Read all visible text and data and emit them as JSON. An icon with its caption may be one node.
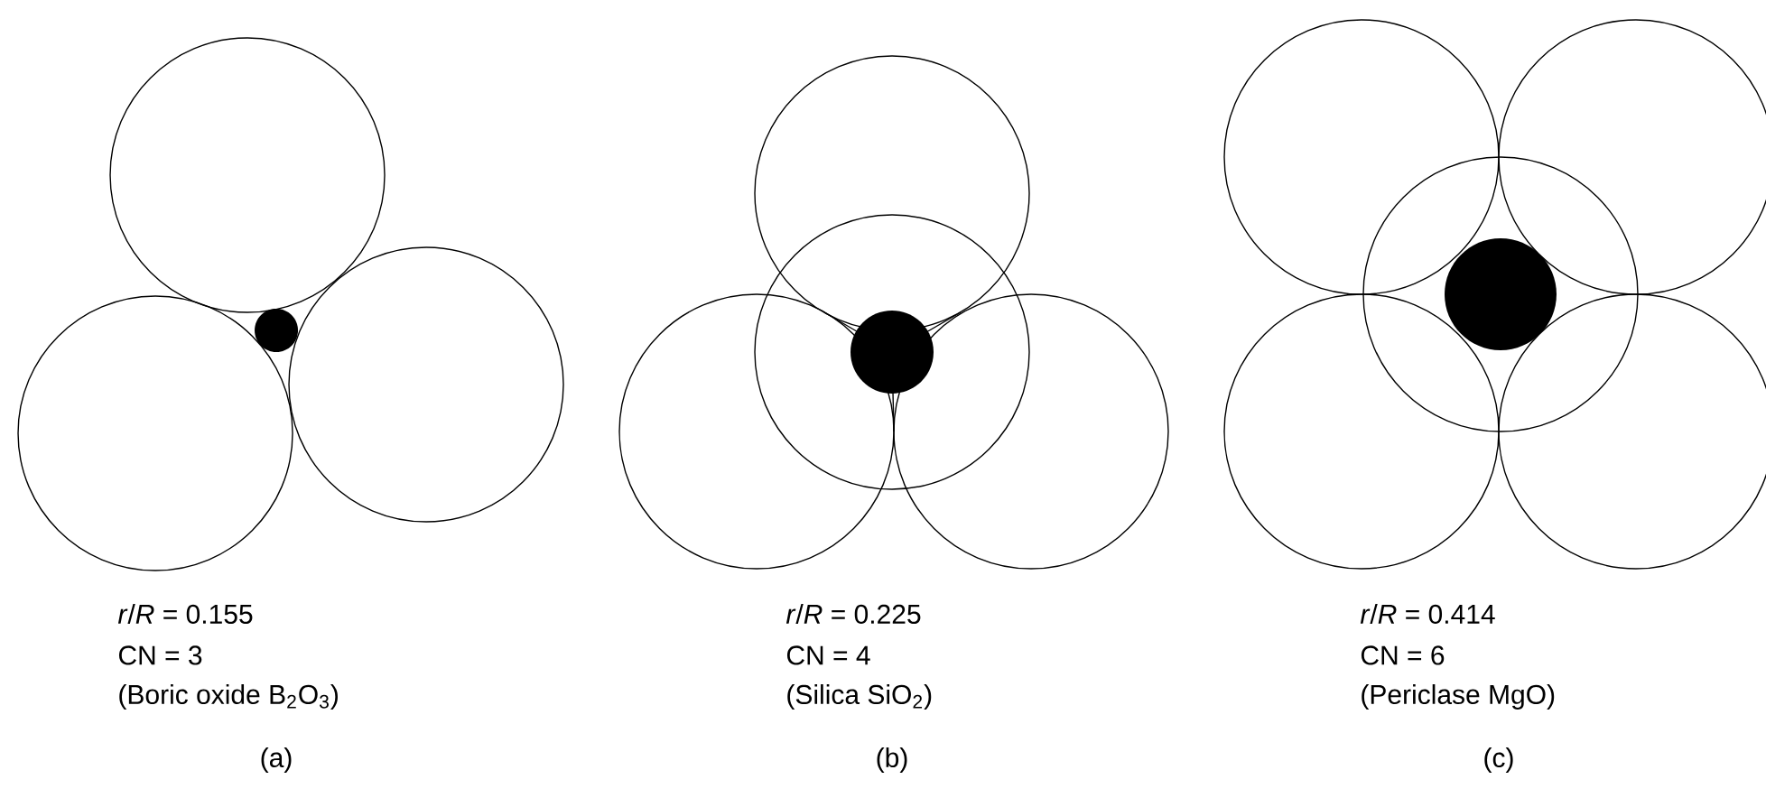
{
  "diagram": {
    "labels": [
      "*r*/*R* = 0.155",
      "CN = 3",
      "(Boric oxide B$_{2}$O$_{3}$)",
      "(a)",
      "*r*/*R* = 0.225",
      "CN = 4",
      "(Silica SiO$_{2}$)",
      "(b)",
      "*r*/*R* = 0.414",
      "CN = 6",
      "(Periclase MgO)",
      "(c)"
    ]
  }
}
